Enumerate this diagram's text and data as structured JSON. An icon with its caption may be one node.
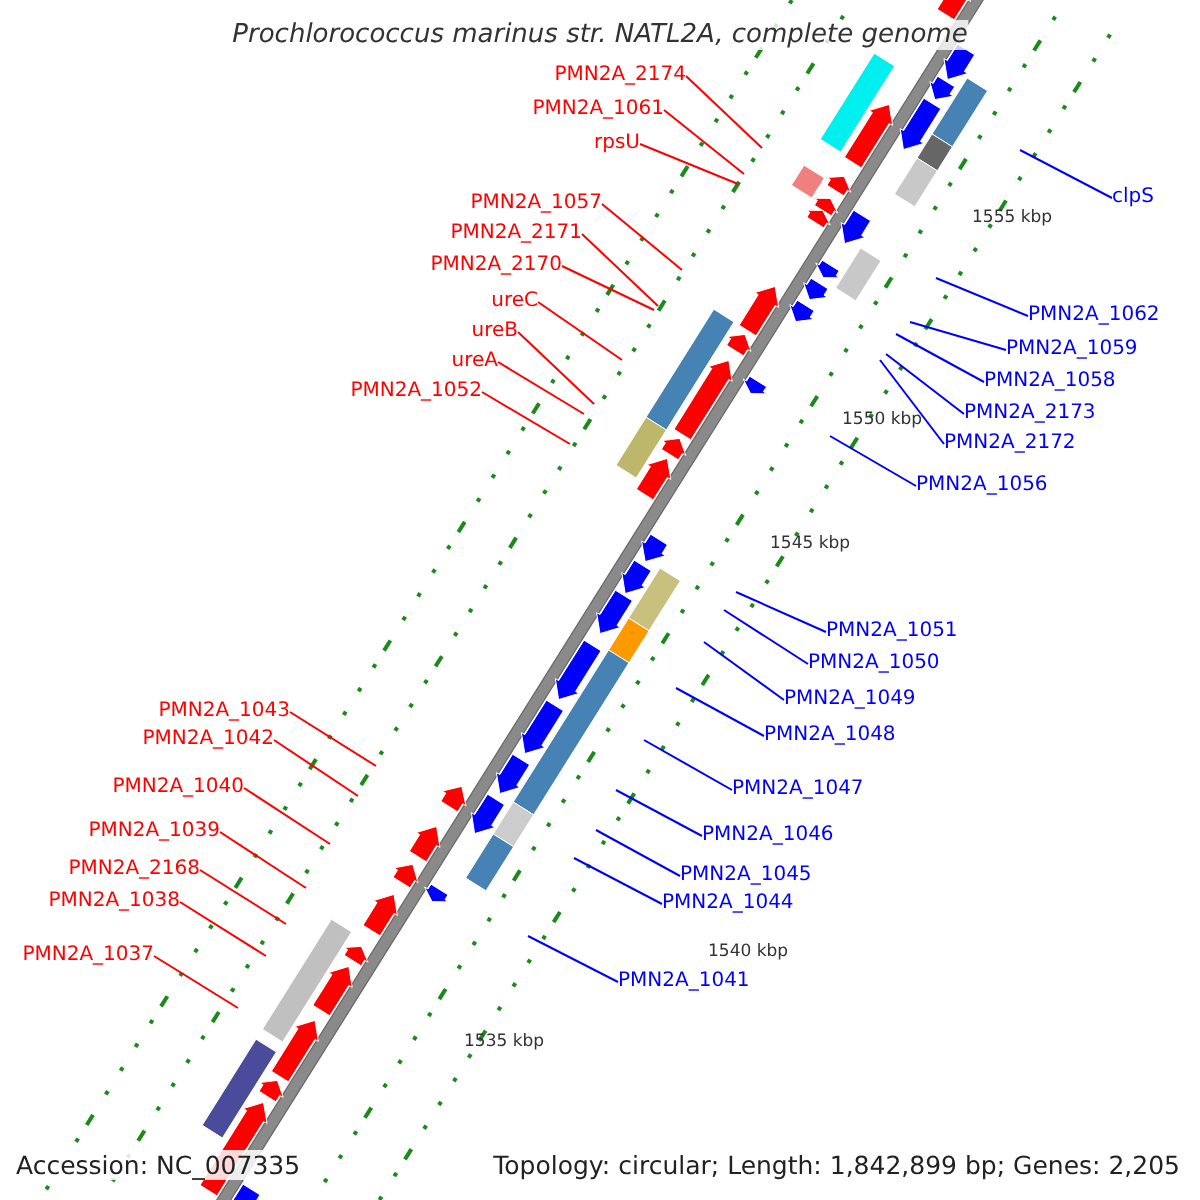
{
  "diagram": {
    "title": "Prochlorococcus marinus str. NATL2A, complete genome",
    "nodes": [
      {
        "text": [
          "PMN2A_2174"
        ]
      },
      {
        "text": [
          "PMN2A_1061"
        ]
      },
      {
        "text": [
          "rpsU"
        ]
      },
      {
        "text": [
          "PMN2A_1057"
        ]
      },
      {
        "text": [
          "PMN2A_2171"
        ]
      },
      {
        "text": [
          "PMN2A_2170"
        ]
      },
      {
        "text": [
          "ureC"
        ]
      },
      {
        "text": [
          "ureB"
        ]
      },
      {
        "text": [
          "ureA"
        ]
      },
      {
        "text": [
          "PMN2A_1052"
        ]
      },
      {
        "text": [
          "PMN2A_1043"
        ]
      },
      {
        "text": [
          "PMN2A_1042"
        ]
      },
      {
        "text": [
          "PMN2A_1040"
        ]
      },
      {
        "text": [
          "PMN2A_1039"
        ]
      },
      {
        "text": [
          "PMN2A_2168"
        ]
      },
      {
        "text": [
          "PMN2A_1038"
        ]
      },
      {
        "text": [
          "PMN2A_1037"
        ]
      },
      {
        "text": [
          "clpS"
        ]
      },
      {
        "text": [
          "PMN2A_1062"
        ]
      },
      {
        "text": [
          "PMN2A_1059"
        ]
      },
      {
        "text": [
          "PMN2A_1058"
        ]
      },
      {
        "text": [
          "PMN2A_2173"
        ]
      },
      {
        "text": [
          "PMN2A_2172"
        ]
      },
      {
        "text": [
          "PMN2A_1056"
        ]
      },
      {
        "text": [
          "PMN2A_1051"
        ]
      },
      {
        "text": [
          "PMN2A_1050"
        ]
      },
      {
        "text": [
          "PMN2A_1049"
        ]
      },
      {
        "text": [
          "PMN2A_1048"
        ]
      },
      {
        "text": [
          "PMN2A_1047"
        ]
      },
      {
        "text": [
          "PMN2A_1046"
        ]
      },
      {
        "text": [
          "PMN2A_1045"
        ]
      },
      {
        "text": [
          "PMN2A_1044"
        ]
      },
      {
        "text": [
          "PMN2A_1041"
        ]
      }
    ],
    "edges": [
      {
        "from": 0,
        "to": null,
        "arrow": "none"
      },
      {
        "from": 1,
        "to": null,
        "arrow": "none"
      },
      {
        "from": 2,
        "to": null,
        "arrow": "none"
      },
      {
        "from": 3,
        "to": null,
        "arrow": "none"
      },
      {
        "from": 4,
        "to": null,
        "arrow": "none"
      },
      {
        "from": 5,
        "to": null,
        "arrow": "none"
      },
      {
        "from": 6,
        "to": null,
        "arrow": "none"
      },
      {
        "from": 7,
        "to": null,
        "arrow": "none"
      },
      {
        "from": 8,
        "to": null,
        "arrow": "none"
      },
      {
        "from": 9,
        "to": null,
        "arrow": "none"
      },
      {
        "from": 10,
        "to": null,
        "arrow": "none"
      },
      {
        "from": 11,
        "to": null,
        "arrow": "none"
      },
      {
        "from": 12,
        "to": null,
        "arrow": "none"
      },
      {
        "from": 13,
        "to": null,
        "arrow": "none"
      },
      {
        "from": 14,
        "to": null,
        "arrow": "none"
      },
      {
        "from": 15,
        "to": null,
        "arrow": "none"
      },
      {
        "from": 16,
        "to": null,
        "arrow": "none"
      },
      {
        "from": 17,
        "to": null,
        "arrow": "none",
        "color": "#0000ff"
      },
      {
        "from": 18,
        "to": null,
        "arrow": "none",
        "color": "#0000ff"
      },
      {
        "from": 19,
        "to": null,
        "arrow": "none",
        "color": "#0000ff"
      },
      {
        "from": 20,
        "to": null,
        "arrow": "none",
        "color": "#0000ff"
      },
      {
        "from": 21,
        "to": null,
        "arrow": "none",
        "color": "#0000ff"
      },
      {
        "from": 22,
        "to": null,
        "arrow": "none",
        "color": "#0000ff"
      },
      {
        "from": 23,
        "to": null,
        "arrow": "none",
        "color": "#0000ff"
      },
      {
        "from": 24,
        "to": null,
        "arrow": "none",
        "color": "#0000ff"
      },
      {
        "from": 25,
        "to": null,
        "arrow": "none",
        "color": "#0000ff"
      },
      {
        "from": 26,
        "to": null,
        "arrow": "none",
        "color": "#0000ff"
      },
      {
        "from": 27,
        "to": null,
        "arrow": "none",
        "color": "#0000ff"
      },
      {
        "from": 28,
        "to": null,
        "arrow": "none",
        "color": "#0000ff"
      },
      {
        "from": 29,
        "to": null,
        "arrow": "none",
        "color": "#0000ff"
      },
      {
        "from": 30,
        "to": null,
        "arrow": "none",
        "color": "#0000ff"
      },
      {
        "from": 31,
        "to": null,
        "arrow": "none",
        "color": "#0000ff"
      },
      {
        "from": 32,
        "to": null,
        "arrow": "none",
        "color": "#0000ff"
      }
    ],
    "labels": [
      "1555 kbp",
      "1550 kbp",
      "1545 kbp",
      "1540 kbp",
      "1535 kbp",
      "Accession: NC_007335",
      "Topology: circular; Length: 1,842,899 bp; Genes: 2,205"
    ]
  }
}
